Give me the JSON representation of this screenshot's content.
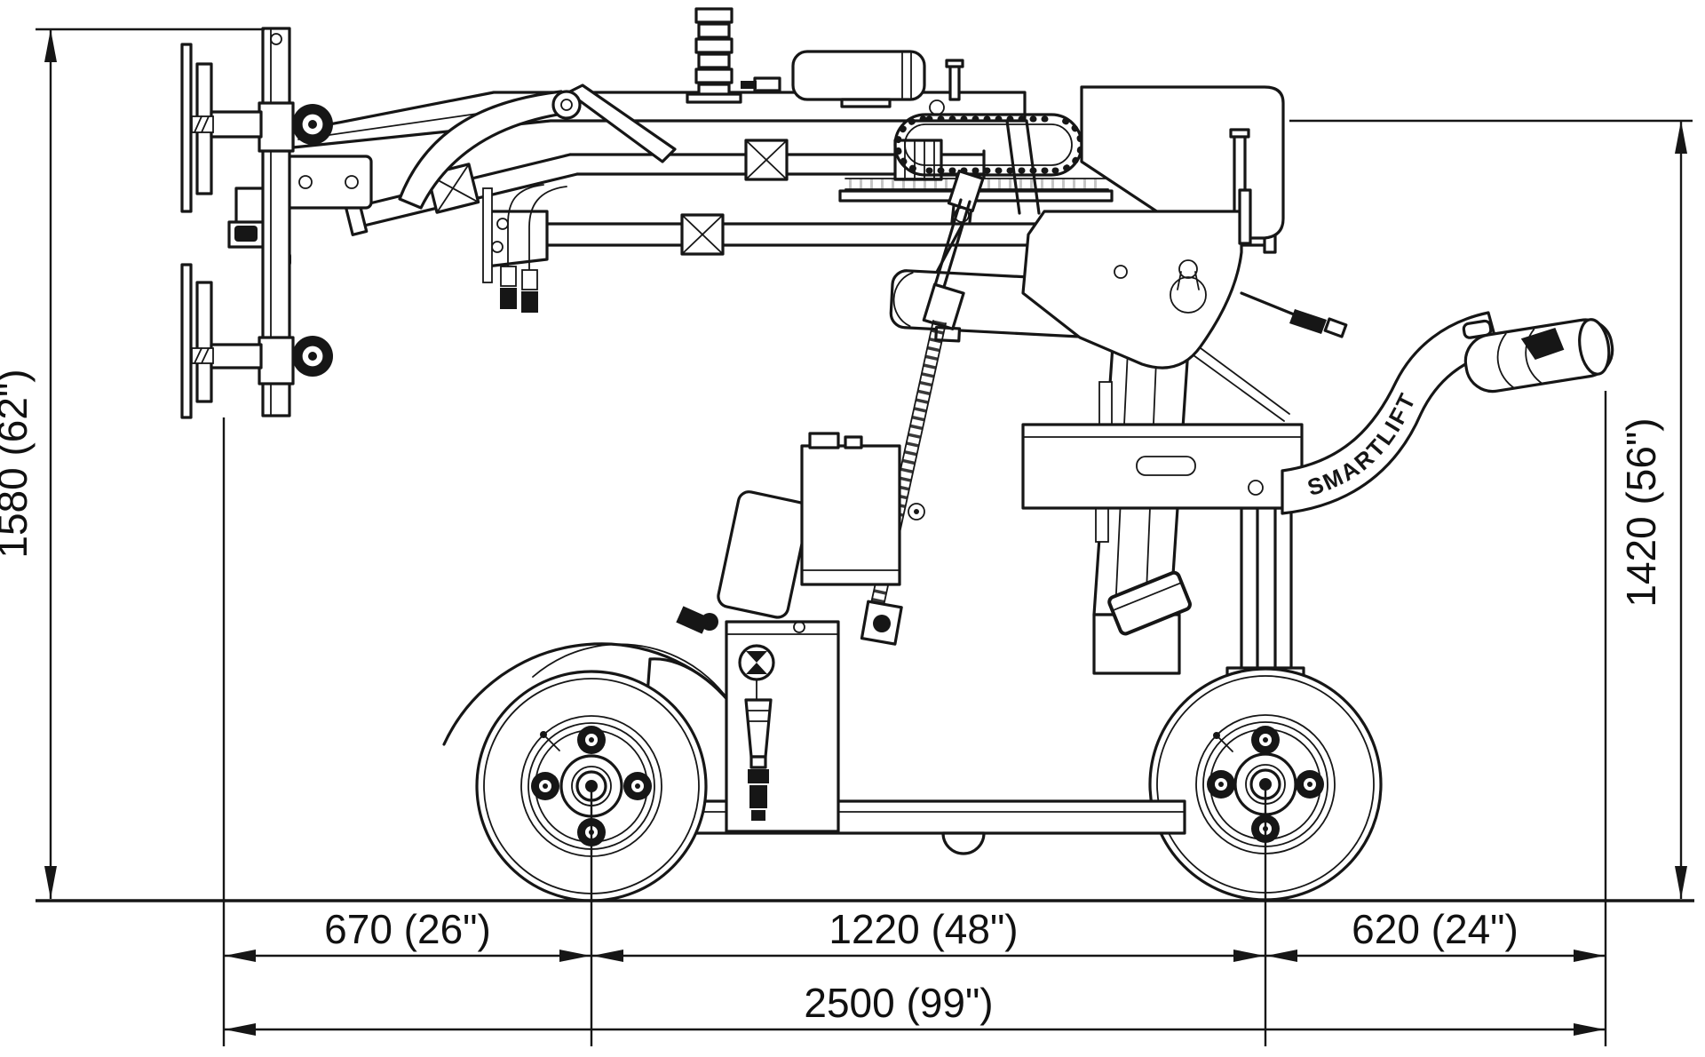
{
  "page": {
    "background": "#ffffff",
    "line_color": "#161616"
  },
  "drawing": {
    "brand": "SMARTLIFT"
  },
  "dimensions": {
    "overall_height_front": "1580 (62\")",
    "height_rear": "1420 (56\")",
    "front_overhang": "670 (26\")",
    "wheelbase": "1220 (48\")",
    "rear_overhang": "620 (24\")",
    "overall_length": "2500 (99\")"
  }
}
